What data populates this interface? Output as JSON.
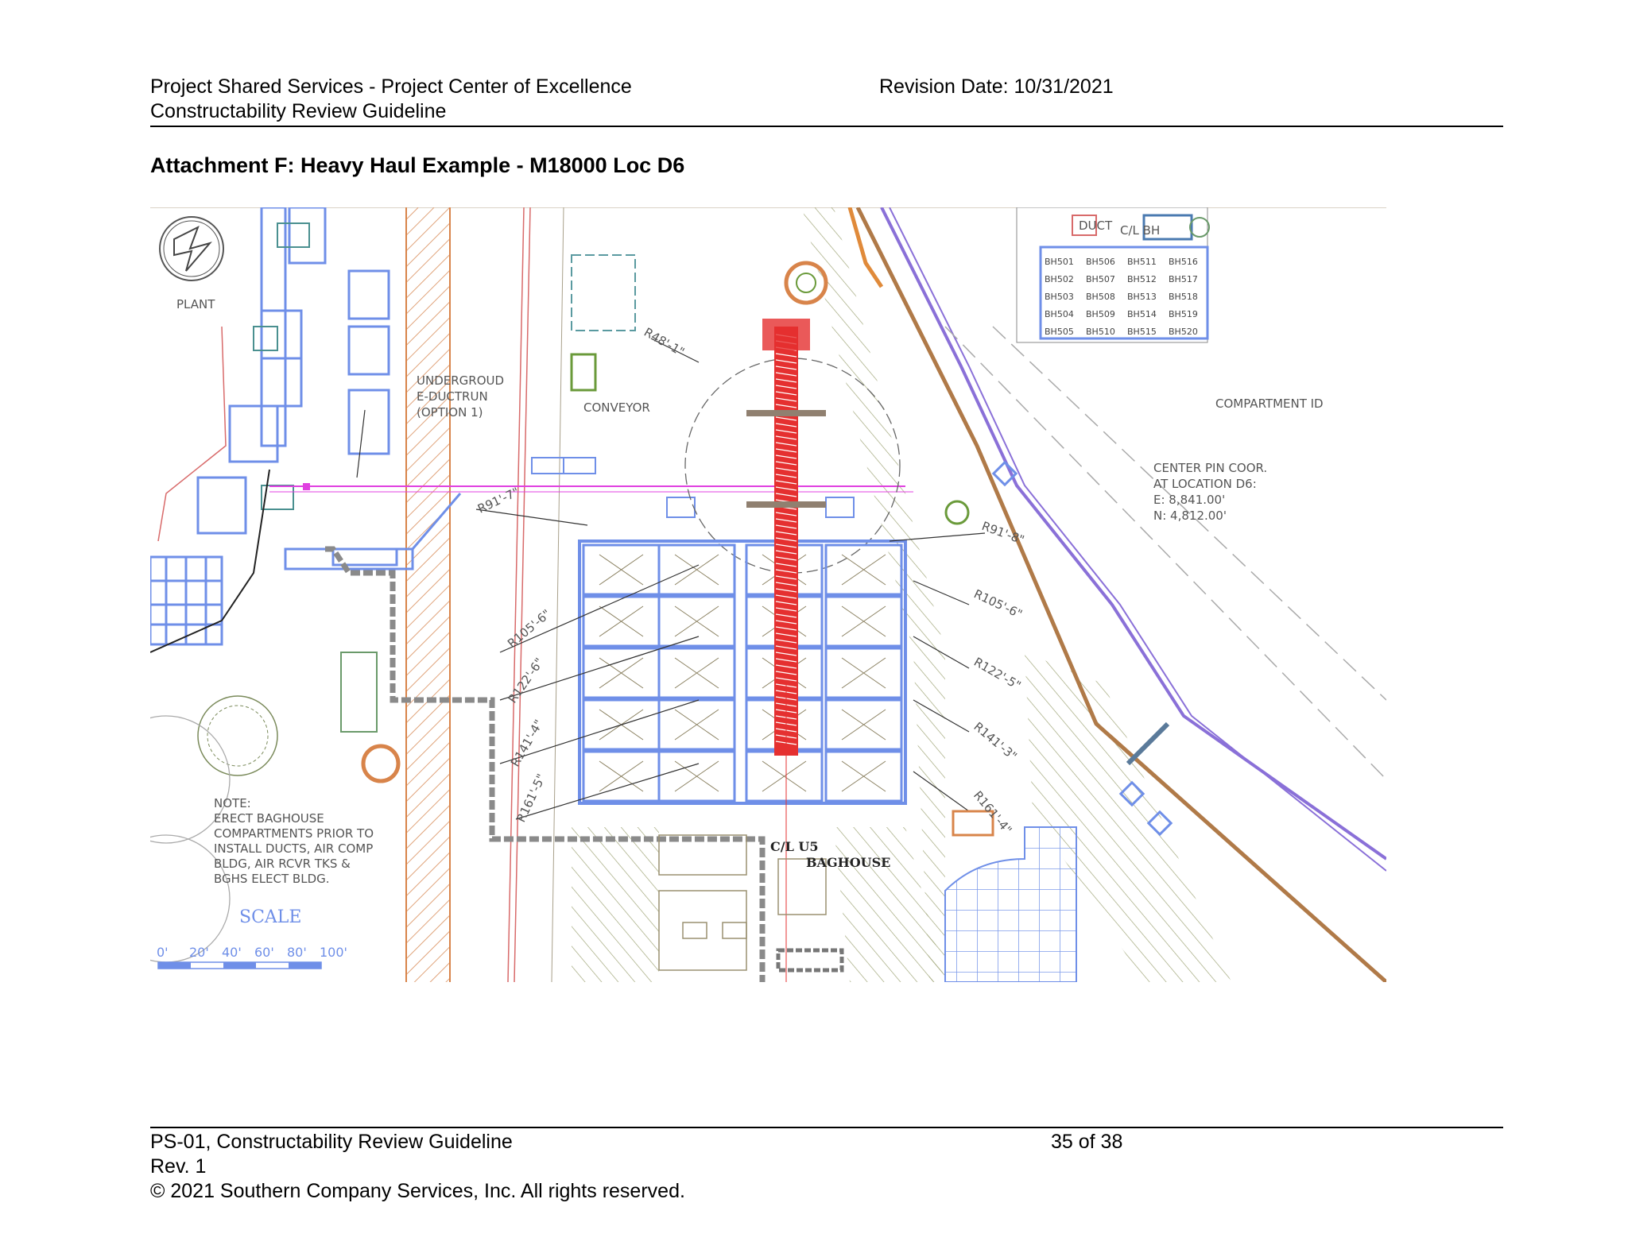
{
  "header": {
    "line1": "Project Shared Services - Project Center of Excellence",
    "line2": "Constructability Review Guideline",
    "revision": "Revision Date: 10/31/2021"
  },
  "attachment_title": "Attachment F: Heavy Haul Example - M18000 Loc D6",
  "drawing": {
    "north_label": "PLANT",
    "duct_note": [
      "UNDERGROUD",
      "E-DUCTRUN",
      "(OPTION  1)"
    ],
    "conveyor": "CONVEYOR",
    "center_pin": [
      "CENTER PIN COOR.",
      "AT LOCATION D6:",
      "E: 8,841.00'",
      "N: 4,812.00'"
    ],
    "compartment_id": "COMPARTMENT ID",
    "compartments": [
      "BH501",
      "BH506",
      "BH511",
      "BH516",
      "BH502",
      "BH507",
      "BH512",
      "BH517",
      "BH503",
      "BH508",
      "BH513",
      "BH518",
      "BH504",
      "BH509",
      "BH514",
      "BH519",
      "BH505",
      "BH510",
      "BH515",
      "BH520"
    ],
    "legend_top": [
      "DUCT",
      "C/L BH"
    ],
    "radii": [
      "R48'-1\"",
      "R91'-8\"",
      "R91'-7\"",
      "R105'-6\"",
      "R105'-6\"",
      "R122'-5\"",
      "R122'-6\"",
      "R141'-3\"",
      "R141'-4\"",
      "R161'-4\"",
      "R161'-5\""
    ],
    "baghouse_label": [
      "C/L  U5",
      "BAGHOUSE"
    ],
    "note": [
      "NOTE:",
      "ERECT  BAGHOUSE",
      "COMPARTMENTS  PRIOR  TO",
      "INSTALL  DUCTS,  AIR  COMP",
      "BLDG,  AIR  RCVR  TKS  &",
      "BGHS  ELECT  BLDG."
    ],
    "scale_title": "SCALE",
    "scale_ticks": [
      "0'",
      "20'",
      "40'",
      "60'",
      "80'",
      "100'"
    ],
    "colors": {
      "blue": "#6f8fe8",
      "red": "#e53030",
      "orange": "#d8844a",
      "olive": "#8a8f5a",
      "grey": "#808080",
      "magenta": "#e040e0",
      "purple": "#8a70d8"
    }
  },
  "footer": {
    "doc": "PS-01, Constructability Review Guideline",
    "rev": "Rev. 1",
    "copyright": "© 2021 Southern Company Services, Inc. All rights reserved.",
    "page": "35 of 38"
  }
}
